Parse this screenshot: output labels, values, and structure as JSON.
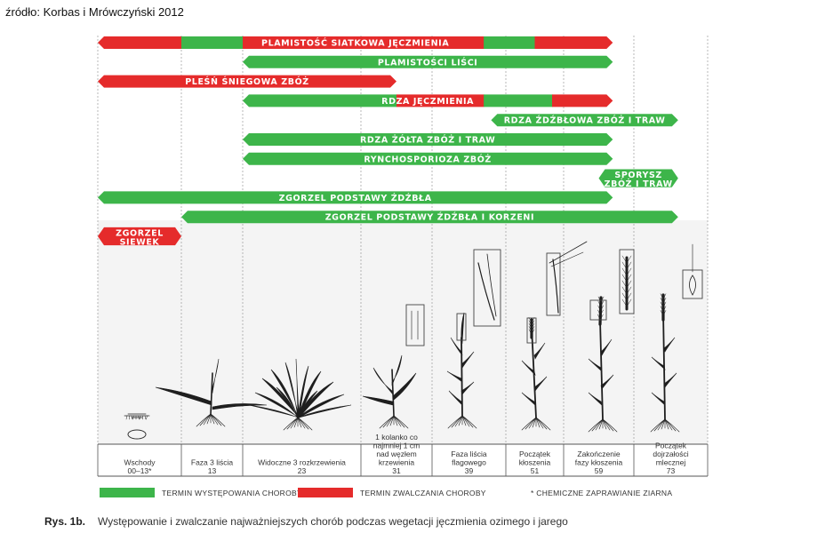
{
  "source": "źródło: Korbas i Mrówczyński 2012",
  "colors": {
    "green": "#3db54a",
    "red": "#e52b2b",
    "plant": "#1e1e1e"
  },
  "diseases": [
    {
      "label": "PLAMISTOŚĆ SIATKOWA JĘCZMIENIA",
      "segments": [
        [
          0,
          1,
          "red"
        ],
        [
          1,
          2,
          "green"
        ],
        [
          2,
          4.7,
          "red"
        ],
        [
          4.7,
          5.5,
          "green"
        ],
        [
          5.5,
          6.7,
          "red"
        ]
      ]
    },
    {
      "label": "PLAMISTOŚCI LIŚCI",
      "segments": [
        [
          2,
          6.7,
          "green"
        ]
      ]
    },
    {
      "label": "PLEŚŃ ŚNIEGOWA ZBÓŻ",
      "segments": [
        [
          0,
          3.5,
          "red"
        ]
      ]
    },
    {
      "label": "RDZA JĘCZMIENIA",
      "segments": [
        [
          2,
          3.5,
          "green"
        ],
        [
          3.5,
          4.7,
          "red"
        ],
        [
          4.7,
          5.8,
          "green"
        ],
        [
          5.8,
          6.7,
          "red"
        ]
      ]
    },
    {
      "label": "RDZA ŹDŹBŁOWA ZBÓŻ I TRAW",
      "segments": [
        [
          4.8,
          7.6,
          "green"
        ]
      ]
    },
    {
      "label": "RDZA ŻÓŁTA ZBÓŻ I TRAW",
      "segments": [
        [
          2,
          6.7,
          "green"
        ]
      ]
    },
    {
      "label": "RYNCHOSPORIOZA ZBÓŻ",
      "segments": [
        [
          2,
          6.7,
          "green"
        ]
      ]
    },
    {
      "label": "SPORYSZ ZBÓŻ I TRAW",
      "segments": [
        [
          6.5,
          7.6,
          "green"
        ]
      ]
    },
    {
      "label": "ZGORZEL PODSTAWY ŹDŹBŁA",
      "segments": [
        [
          0,
          6.7,
          "green"
        ]
      ]
    },
    {
      "label": "ZGORZEL PODSTAWY ŹDŹBŁA I KORZENI",
      "segments": [
        [
          1,
          7.6,
          "green"
        ]
      ]
    },
    {
      "label": "ZGORZEL SIEWEK",
      "segments": [
        [
          0,
          1,
          "red"
        ]
      ]
    }
  ],
  "stages": [
    {
      "lines": [
        "Wschody",
        "00–13*"
      ]
    },
    {
      "lines": [
        "Faza 3 liścia",
        "13"
      ]
    },
    {
      "lines": [
        "Widoczne 3 rozkrzewienia",
        "23"
      ]
    },
    {
      "lines": [
        "1 kolanko co",
        "najmniej 1 cm",
        "nad węzłem",
        "krzewienia",
        "31"
      ]
    },
    {
      "lines": [
        "Faza liścia",
        "flagowego",
        "39"
      ]
    },
    {
      "lines": [
        "Początek",
        "kłoszenia",
        "51"
      ]
    },
    {
      "lines": [
        "Zakończenie",
        "fazy kłoszenia",
        "59"
      ]
    },
    {
      "lines": [
        "Początek",
        "dojrzałości",
        "mlecznej",
        "73"
      ]
    }
  ],
  "legend": {
    "occurrence": "TERMIN WYSTĘPOWANIA CHOROBY",
    "control": "TERMIN ZWALCZANIA CHOROBY",
    "note": "* CHEMICZNE ZAPRAWIANIE ZIARNA"
  },
  "caption": {
    "number": "Rys. 1b.",
    "text": "Występowanie i zwalczanie najważniejszych chorób podczas wegetacji jęczmienia ozimego i jarego"
  }
}
